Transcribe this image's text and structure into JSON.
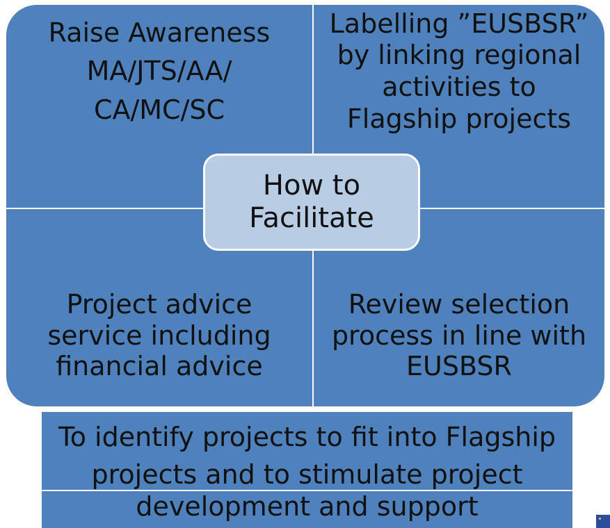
{
  "center": {
    "title": "How to\nFacilitate"
  },
  "quadrants": {
    "top_left": "Raise Awareness\nMA/JTS/AA/\nCA/MC/SC",
    "top_right": "Labelling ”EUSBSR”\nby linking regional\nactivities to\nFlagship projects",
    "bottom_left": "Project advice\nservice including\nfinancial advice",
    "bottom_right": "Review selection\nprocess in line with\nEUSBSR"
  },
  "bottom_box": {
    "line1": "To identify projects to fit into Flagship",
    "line2": "projects and to stimulate project",
    "line3": "development and support"
  },
  "colors": {
    "quadrant": "#4f81bd",
    "center": "#b8cce4",
    "border": "#ffffff"
  },
  "icons": {
    "corner_logo": "eu-flag-icon"
  }
}
